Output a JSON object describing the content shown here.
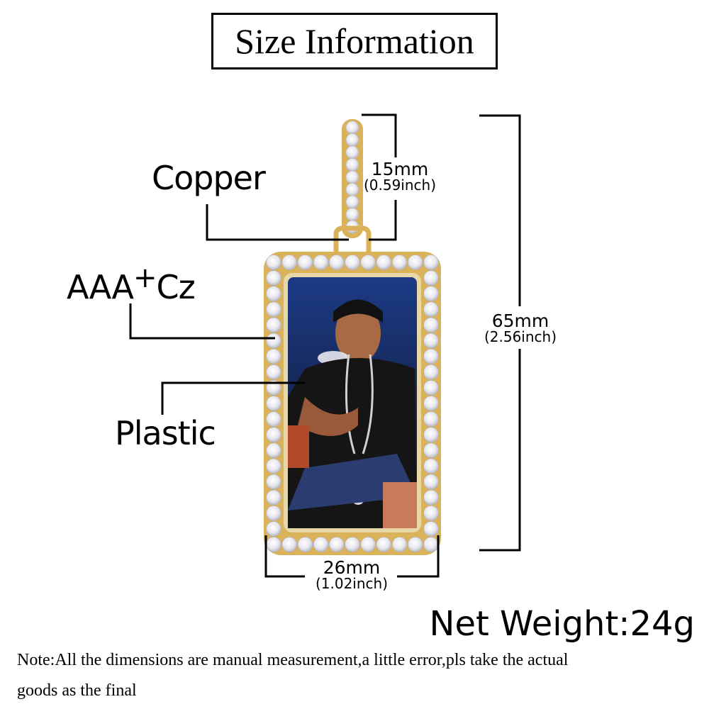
{
  "title": "Size Information",
  "materials": {
    "copper": "Copper",
    "cz_prefix": "AAA",
    "cz_plus": "+",
    "cz_suffix": "Cz",
    "plastic": "Plastic"
  },
  "dimensions": {
    "bail_width_mm": "15mm",
    "bail_width_inch": "(0.59inch)",
    "height_mm": "65mm",
    "height_inch": "(2.56inch)",
    "width_mm": "26mm",
    "width_inch": "(1.02inch)"
  },
  "net_weight": "Net Weight:24g",
  "note": {
    "line1": "Note:All the dimensions are manual measurement,a little error,pls take the actual",
    "line2": "goods as the final"
  },
  "colors": {
    "gold": "#d9b25a",
    "stone": "#f2f2f2",
    "photo_bg": "#1f3f8a"
  }
}
